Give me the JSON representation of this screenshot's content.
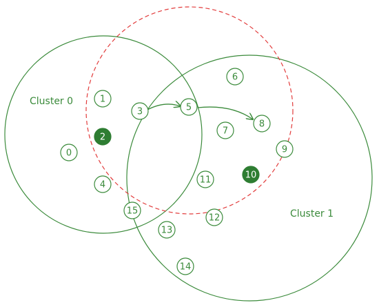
{
  "clusters": [
    {
      "label": "Cluster 0"
    },
    {
      "label": "Cluster 1"
    }
  ],
  "nodes": [
    {
      "label": "0",
      "filled": false
    },
    {
      "label": "1",
      "filled": false
    },
    {
      "label": "2",
      "filled": true
    },
    {
      "label": "3",
      "filled": false
    },
    {
      "label": "4",
      "filled": false
    },
    {
      "label": "5",
      "filled": false
    },
    {
      "label": "6",
      "filled": false
    },
    {
      "label": "7",
      "filled": false
    },
    {
      "label": "8",
      "filled": false
    },
    {
      "label": "9",
      "filled": false
    },
    {
      "label": "10",
      "filled": true
    },
    {
      "label": "11",
      "filled": false
    },
    {
      "label": "12",
      "filled": false
    },
    {
      "label": "13",
      "filled": false
    },
    {
      "label": "14",
      "filled": false
    },
    {
      "label": "15",
      "filled": false
    }
  ],
  "arrows": [
    {
      "from": "3",
      "to": "5"
    },
    {
      "from": "5",
      "to": "8"
    }
  ],
  "colors": {
    "green": "#3a8a3a",
    "filled_green": "#2e7d32",
    "dashed_red": "#e23b3b"
  }
}
